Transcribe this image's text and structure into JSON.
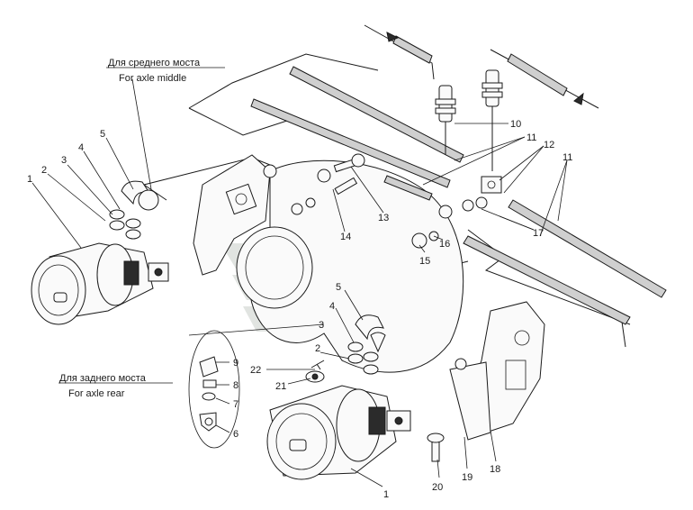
{
  "labels": {
    "middle_ru": "Для среднего моста",
    "middle_en": "For axle middle",
    "rear_ru": "Для заднего моста",
    "rear_en": "For axle rear"
  },
  "callouts": [
    {
      "id": "1a",
      "text": "1"
    },
    {
      "id": "2a",
      "text": "2"
    },
    {
      "id": "3a",
      "text": "3"
    },
    {
      "id": "4a",
      "text": "4"
    },
    {
      "id": "5a",
      "text": "5"
    },
    {
      "id": "1b",
      "text": "1"
    },
    {
      "id": "2b",
      "text": "2"
    },
    {
      "id": "3b",
      "text": "3"
    },
    {
      "id": "4b",
      "text": "4"
    },
    {
      "id": "5b",
      "text": "5"
    },
    {
      "id": "6",
      "text": "6"
    },
    {
      "id": "7",
      "text": "7"
    },
    {
      "id": "8",
      "text": "8"
    },
    {
      "id": "9",
      "text": "9"
    },
    {
      "id": "10",
      "text": "10"
    },
    {
      "id": "11a",
      "text": "11"
    },
    {
      "id": "11b",
      "text": "11"
    },
    {
      "id": "12",
      "text": "12"
    },
    {
      "id": "13",
      "text": "13"
    },
    {
      "id": "14",
      "text": "14"
    },
    {
      "id": "15",
      "text": "15"
    },
    {
      "id": "16",
      "text": "16"
    },
    {
      "id": "17",
      "text": "17"
    },
    {
      "id": "18",
      "text": "18"
    },
    {
      "id": "19",
      "text": "19"
    },
    {
      "id": "20",
      "text": "20"
    },
    {
      "id": "21",
      "text": "21"
    },
    {
      "id": "22",
      "text": "22"
    }
  ],
  "colors": {
    "ink": "#1a1a1a",
    "watermark": "#c9cfca"
  }
}
